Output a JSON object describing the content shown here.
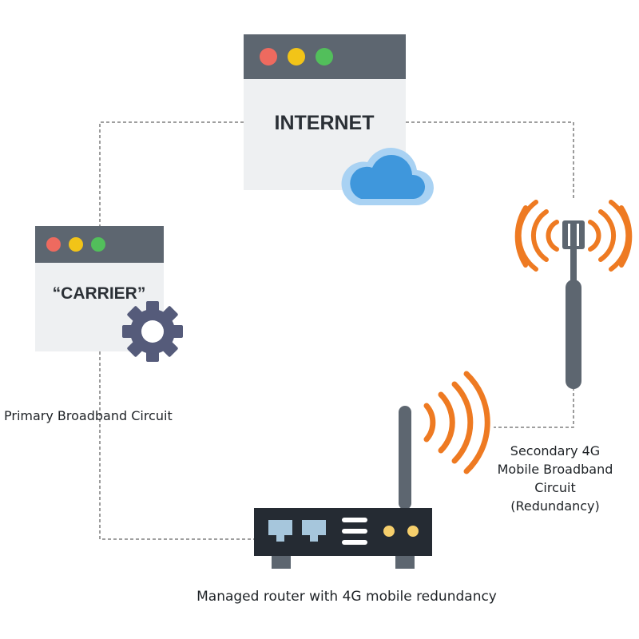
{
  "internet_panel": {
    "title": "INTERNET",
    "icon": "cloud-icon"
  },
  "carrier_panel": {
    "title": "“CARRIER”",
    "icon": "gear-icon"
  },
  "labels": {
    "primary": "Primary Broadband Circuit",
    "secondary": [
      "Secondary 4G",
      "Mobile Broadband",
      "Circuit",
      "(Redundancy)"
    ],
    "router": "Managed router with 4G mobile redundancy"
  },
  "colors": {
    "window_bar": "#5d6670",
    "window_body": "#eef0f2",
    "dot_red": "#ee6a5f",
    "dot_yellow": "#f2c418",
    "dot_green": "#52bf5b",
    "cloud": "#3f97dc",
    "cloud_outline": "#a9d2f3",
    "gear": "#555b7a",
    "signal": "#ee7a22",
    "router_body": "#252b33",
    "router_port": "#a6c6dc",
    "router_led": "#f6cf6c",
    "antenna": "#5d6670",
    "dashed_line": "#666666"
  }
}
